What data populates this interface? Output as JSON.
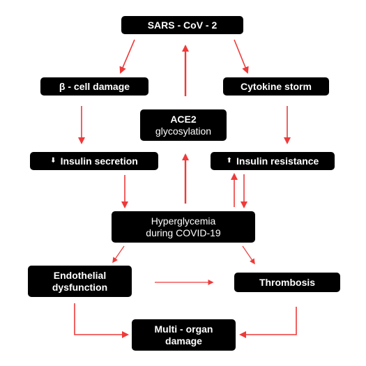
{
  "colors": {
    "arrow": "#ee3a3a",
    "node_bg": "#000000",
    "node_text": "#ffffff"
  },
  "nodes": {
    "sars": {
      "label": "SARS - CoV - 2"
    },
    "beta_cell": {
      "label": "β - cell damage"
    },
    "cytokine": {
      "label": "Cytokine storm"
    },
    "ace2": {
      "line1": "ACE2",
      "line2": "glycosylation"
    },
    "insulin_secretion": {
      "glyph": "⬇",
      "label": "Insulin secretion"
    },
    "insulin_resistance": {
      "glyph": "⬆",
      "label": "Insulin resistance"
    },
    "hyperglycemia": {
      "line1": "Hyperglycemia",
      "line2": "during COVID-19"
    },
    "endothelial": {
      "line1": "Endothelial",
      "line2": "dysfunction"
    },
    "thrombosis": {
      "label": "Thrombosis"
    },
    "multi_organ": {
      "line1": "Multi - organ",
      "line2": "damage"
    }
  }
}
